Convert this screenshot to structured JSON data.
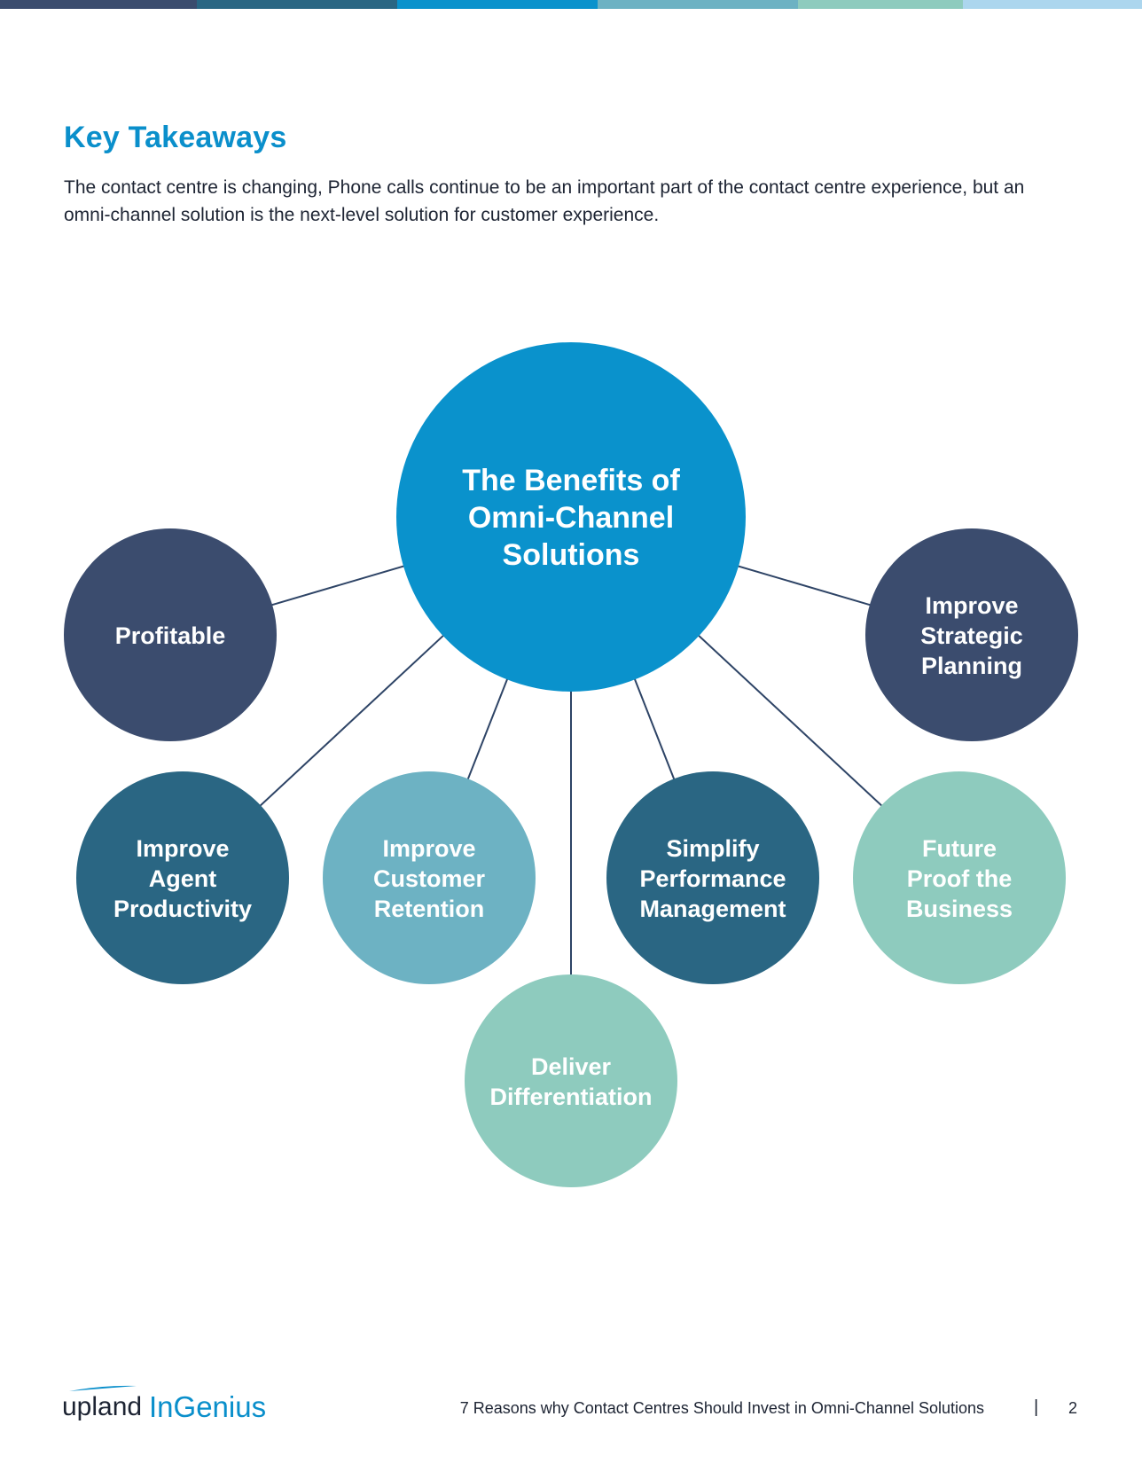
{
  "top_bar_colors": [
    "#3b4c6e",
    "#2a6683",
    "#0a92cc",
    "#6db2c3",
    "#8ecbbe",
    "#acd6ee"
  ],
  "heading": "Key Takeaways",
  "intro_text": "The contact centre is changing, Phone calls continue to be an important part of the contact centre experience, but an omni-channel solution is the next-level solution for customer experience.",
  "diagram": {
    "center": {
      "lines": [
        "The Benefits of",
        "Omni-Channel",
        "Solutions"
      ],
      "color": "#0a92cc"
    },
    "nodes": [
      {
        "id": "profitable",
        "lines": [
          "Profitable"
        ],
        "color": "#3b4c6e"
      },
      {
        "id": "improve-strategic-planning",
        "lines": [
          "Improve",
          "Strategic",
          "Planning"
        ],
        "color": "#3b4c6e"
      },
      {
        "id": "improve-agent-productivity",
        "lines": [
          "Improve",
          "Agent",
          "Productivity"
        ],
        "color": "#2a6683"
      },
      {
        "id": "improve-customer-retention",
        "lines": [
          "Improve",
          "Customer",
          "Retention"
        ],
        "color": "#6db2c3"
      },
      {
        "id": "simplify-performance-management",
        "lines": [
          "Simplify",
          "Performance",
          "Management"
        ],
        "color": "#2a6683"
      },
      {
        "id": "future-proof-the-business",
        "lines": [
          "Future",
          "Proof the",
          "Business"
        ],
        "color": "#8ecbbe"
      },
      {
        "id": "deliver-differentiation",
        "lines": [
          "Deliver",
          "Differentiation"
        ],
        "color": "#8ecbbe"
      }
    ]
  },
  "footer": {
    "logo_upland": "upland",
    "logo_ingenius": "InGenius",
    "doc_title": "7 Reasons why Contact Centres Should Invest in Omni-Channel Solutions",
    "separator": "|",
    "page_number": "2"
  }
}
